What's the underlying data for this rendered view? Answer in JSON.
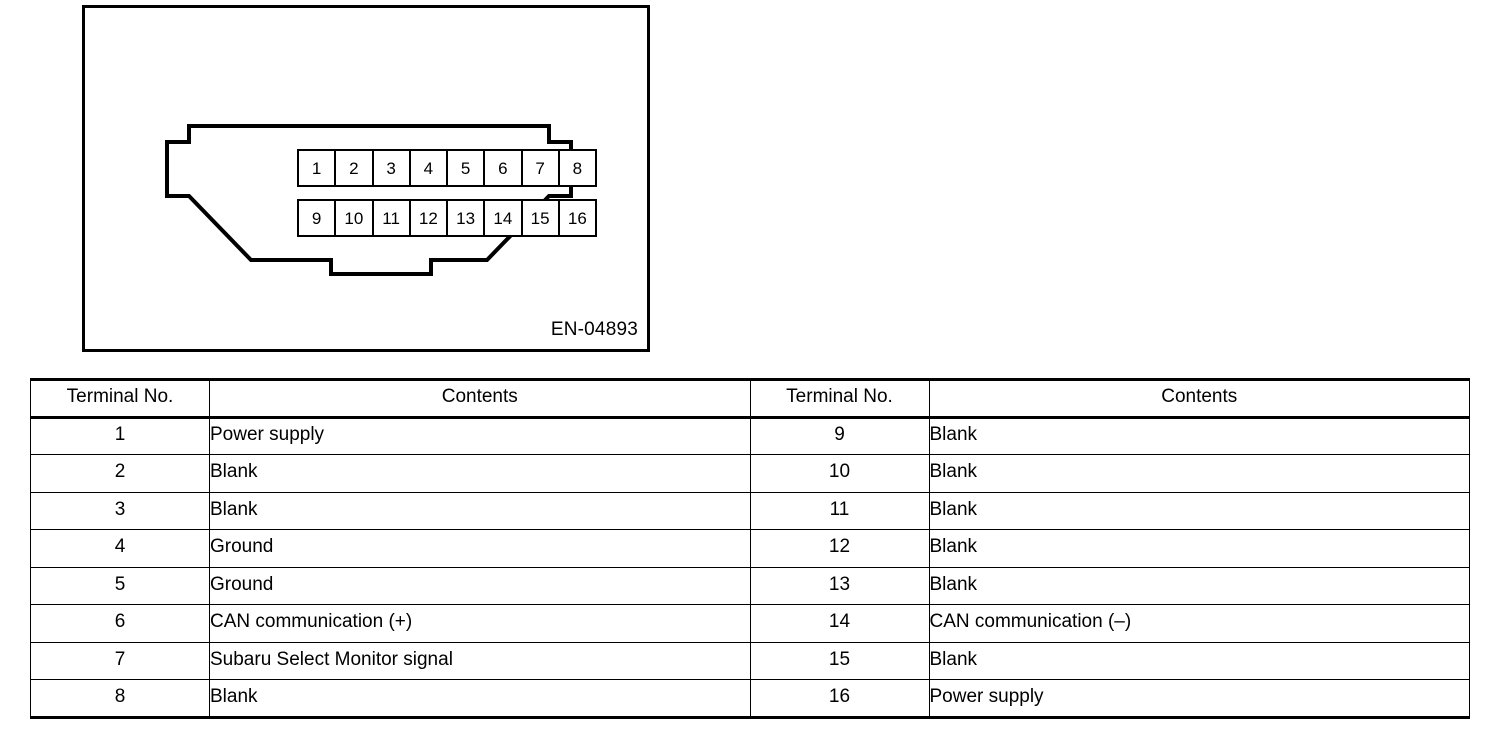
{
  "figure": {
    "code": "EN-04893",
    "connector_name": "obd-ii-16-pin-data-link-connector",
    "pins_top": [
      "1",
      "2",
      "3",
      "4",
      "5",
      "6",
      "7",
      "8"
    ],
    "pins_bottom": [
      "9",
      "10",
      "11",
      "12",
      "13",
      "14",
      "15",
      "16"
    ]
  },
  "table": {
    "headers": {
      "terminal_no": "Terminal No.",
      "contents": "Contents"
    },
    "rows": [
      {
        "left_no": "1",
        "left_contents": "Power supply",
        "right_no": "9",
        "right_contents": "Blank"
      },
      {
        "left_no": "2",
        "left_contents": "Blank",
        "right_no": "10",
        "right_contents": "Blank"
      },
      {
        "left_no": "3",
        "left_contents": "Blank",
        "right_no": "11",
        "right_contents": "Blank"
      },
      {
        "left_no": "4",
        "left_contents": "Ground",
        "right_no": "12",
        "right_contents": "Blank"
      },
      {
        "left_no": "5",
        "left_contents": "Ground",
        "right_no": "13",
        "right_contents": "Blank"
      },
      {
        "left_no": "6",
        "left_contents": "CAN communication (+)",
        "right_no": "14",
        "right_contents": "CAN communication (–)"
      },
      {
        "left_no": "7",
        "left_contents": "Subaru Select Monitor signal",
        "right_no": "15",
        "right_contents": "Blank"
      },
      {
        "left_no": "8",
        "left_contents": "Blank",
        "right_no": "16",
        "right_contents": "Power supply"
      }
    ]
  },
  "colors": {
    "ink": "#000000",
    "paper": "#ffffff"
  }
}
